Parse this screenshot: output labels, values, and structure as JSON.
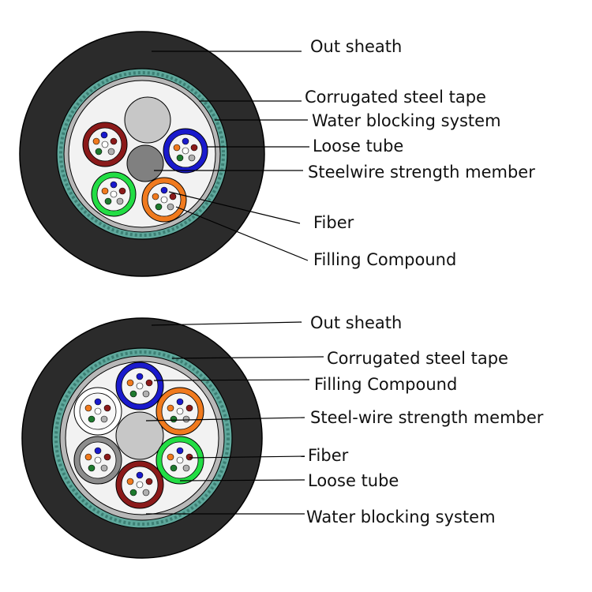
{
  "diagrams": [
    {
      "name": "cable-cross-section-1",
      "labels": [
        "Out sheath",
        "Corrugated steel tape",
        "Water blocking system",
        "Loose tube",
        "Steelwire strength member",
        "Fiber",
        "Filling Compound"
      ],
      "tube_colors": [
        "#8b1a1a",
        "#1a1acc",
        "#22dd44",
        "#f07a1e"
      ]
    },
    {
      "name": "cable-cross-section-2",
      "labels": [
        "Out sheath",
        "Corrugated steel tape",
        "Filling Compound",
        "Steel-wire strength member",
        "Fiber",
        "Loose tube",
        "Water blocking system"
      ],
      "tube_colors": [
        "#1a1acc",
        "#f07a1e",
        "#22dd44",
        "#8b1a1a",
        "#8c8c8c",
        "#ffffff"
      ]
    }
  ],
  "colors": {
    "sheath": "#2b2b2b",
    "steel_tape": "#5fa89c",
    "water_blocking": "#b8b8b8",
    "filling": "#f2f2f2",
    "strength_member": "#808080",
    "filler_rod": "#c7c7c7"
  },
  "fiber_colors": [
    "#1a1acc",
    "#f07a1e",
    "#ffffff",
    "#8b1a1a",
    "#1e7a2e",
    "#b0b0b0"
  ]
}
